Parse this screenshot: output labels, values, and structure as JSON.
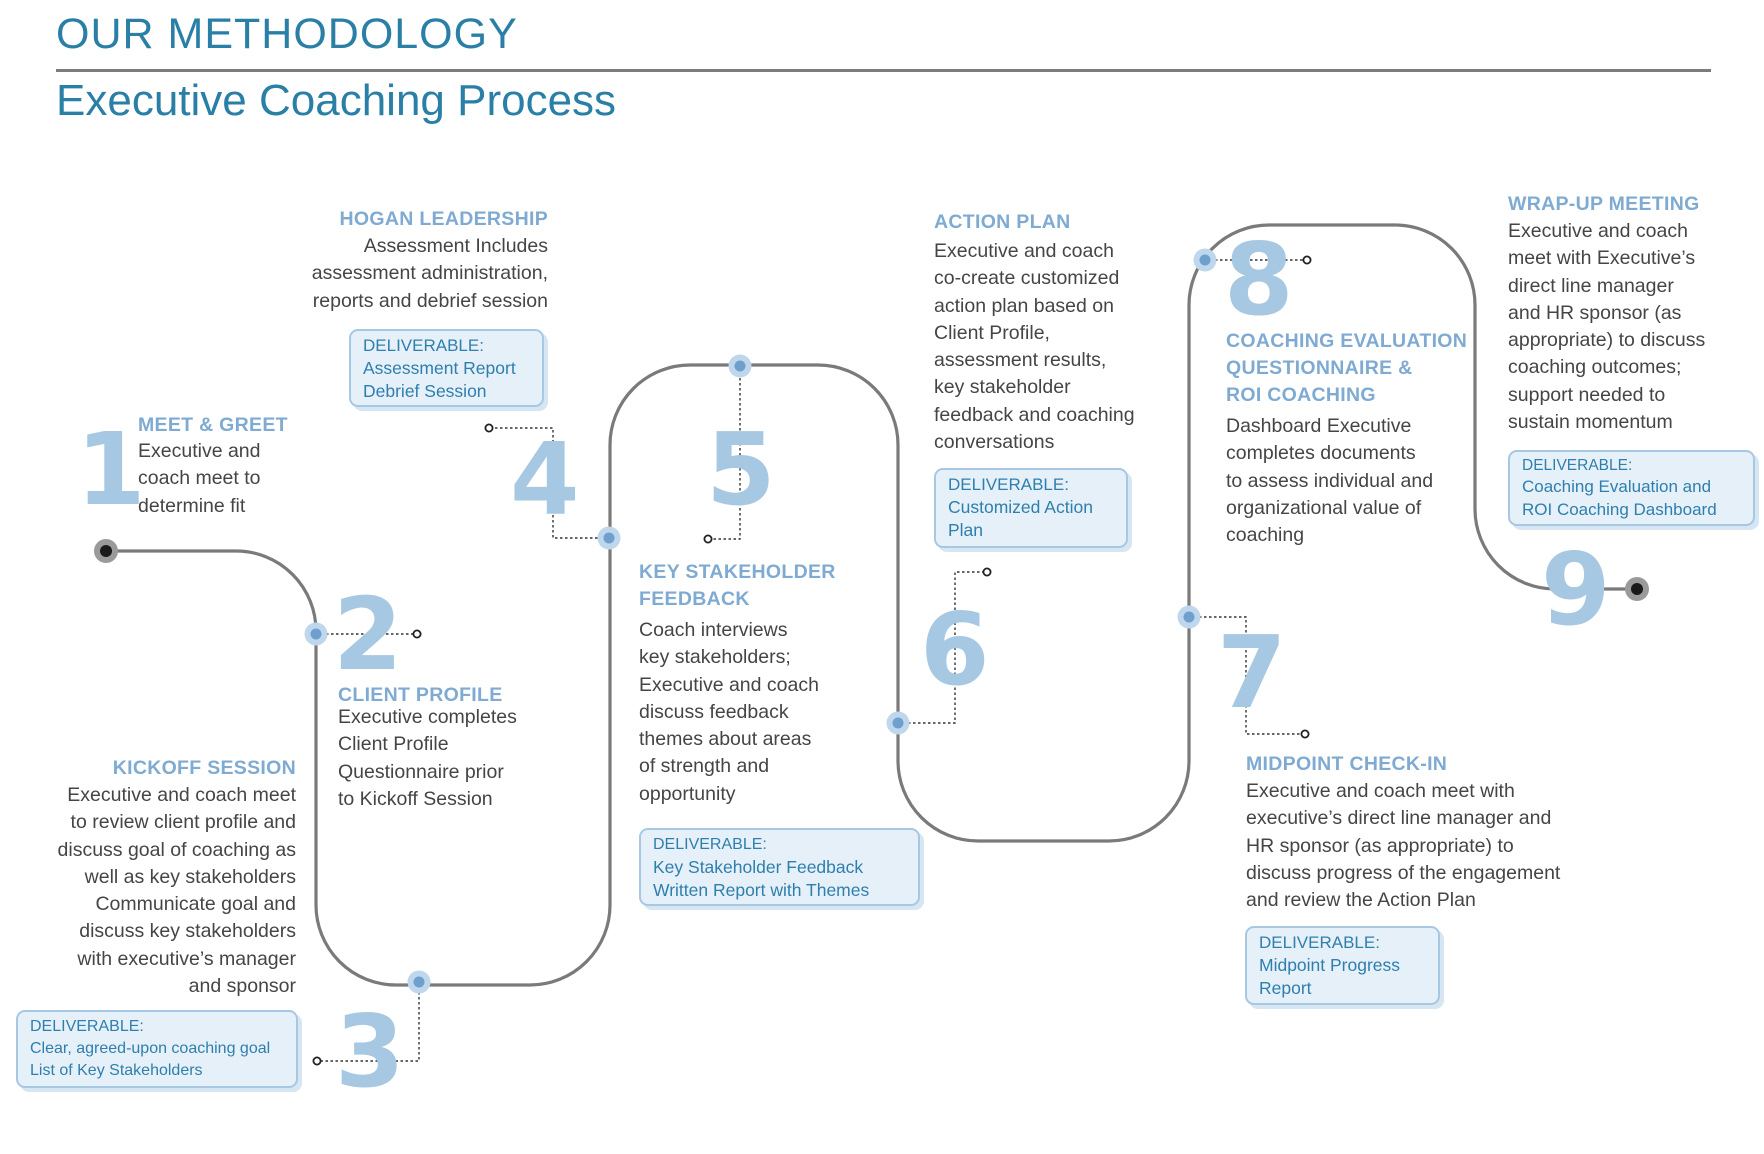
{
  "header": {
    "title": "OUR METHODOLOGY",
    "subtitle": "Executive Coaching Process"
  },
  "colors": {
    "accent": "#2a7fa6",
    "number": "#a7c8e2",
    "heading": "#7faad2",
    "path": "#7a7a7a",
    "deliverable_bg": "#e6f0f8",
    "deliverable_border": "#a6c8e3"
  },
  "deliverable_label": "DELIVERABLE:",
  "steps": [
    {
      "number": "1",
      "title": "MEET & GREET",
      "body": "Executive and\ncoach meet to\ndetermine fit"
    },
    {
      "number": "2",
      "title": "CLIENT PROFILE",
      "body": "Executive completes\nClient Profile\nQuestionnaire prior\nto Kickoff Session"
    },
    {
      "number": "3",
      "title": "KICKOFF SESSION",
      "body": "Executive and coach meet\nto review client profile and\ndiscuss goal of coaching as\nwell as key stakeholders\nCommunicate goal and\ndiscuss key stakeholders\nwith executive’s manager\nand sponsor",
      "deliverable": "Clear, agreed-upon coaching goal\nList of Key Stakeholders"
    },
    {
      "number": "4",
      "title": "HOGAN LEADERSHIP",
      "body": "Assessment Includes\nassessment administration,\nreports and debrief session",
      "deliverable": "Assessment Report\nDebrief Session"
    },
    {
      "number": "5",
      "title": "KEY STAKEHOLDER\nFEEDBACK",
      "body": "Coach interviews\nkey stakeholders;\nExecutive and coach\ndiscuss feedback\nthemes about areas\nof strength and\nopportunity",
      "deliverable": "Key Stakeholder Feedback\nWritten Report with Themes"
    },
    {
      "number": "6",
      "title": "ACTION PLAN",
      "body": "Executive and coach\nco-create customized\naction plan based on\nClient Profile,\nassessment results,\nkey stakeholder\nfeedback and coaching\nconversations",
      "deliverable": "Customized Action\nPlan"
    },
    {
      "number": "7",
      "title": "MIDPOINT CHECK-IN",
      "body": "Executive and coach meet with\nexecutive’s direct line manager and\nHR sponsor (as appropriate) to\ndiscuss progress of the engagement\nand review the Action Plan",
      "deliverable": "Midpoint Progress\nReport"
    },
    {
      "number": "8",
      "title": "COACHING EVALUATION\nQUESTIONNAIRE &\nROI COACHING",
      "body": "Dashboard Executive\ncompletes documents\nto assess individual and\norganizational value of\ncoaching"
    },
    {
      "number": "9",
      "title": "WRAP-UP MEETING",
      "body": "Executive and coach\nmeet with Executive’s\ndirect line manager\nand HR sponsor (as\nappropriate) to discuss\ncoaching outcomes;\nsupport needed to\nsustain momentum",
      "deliverable": "Coaching Evaluation and\nROI  Coaching Dashboard"
    }
  ]
}
